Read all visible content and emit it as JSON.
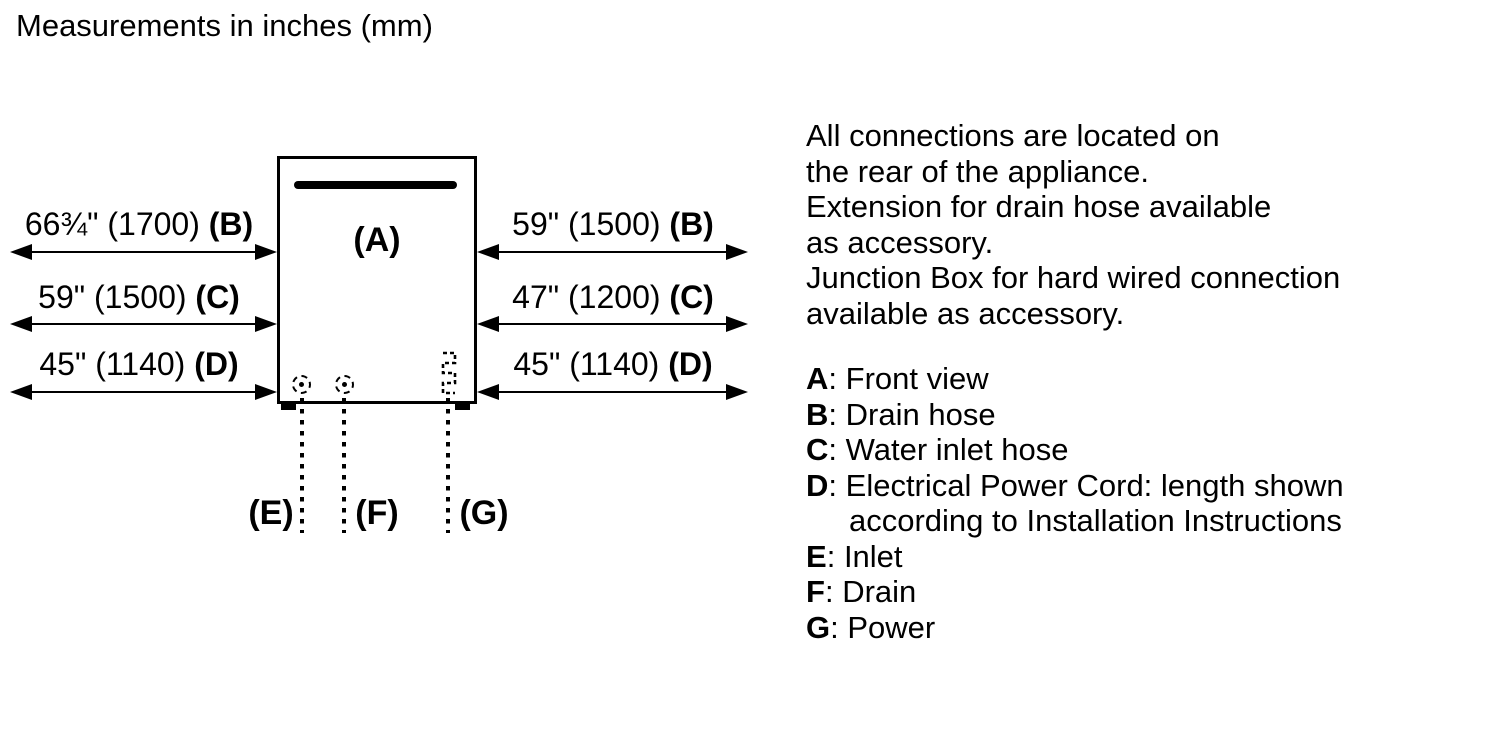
{
  "title": "Measurements in inches (mm)",
  "diagram": {
    "front_view_label": "(A)",
    "left_measurements": [
      {
        "dim": "66¾\" (1700)",
        "ref": "(B)"
      },
      {
        "dim": "59\" (1500)",
        "ref": "(C)"
      },
      {
        "dim": "45\" (1140)",
        "ref": "(D)"
      }
    ],
    "right_measurements": [
      {
        "dim": "59\" (1500)",
        "ref": "(B)"
      },
      {
        "dim": "47\" (1200)",
        "ref": "(C)"
      },
      {
        "dim": "45\" (1140)",
        "ref": "(D)"
      }
    ],
    "bottom_labels": {
      "inlet": "(E)",
      "drain": "(F)",
      "power": "(G)"
    },
    "colors": {
      "ink": "#000000",
      "background": "#ffffff"
    }
  },
  "notes": {
    "lines": [
      "All connections are located on",
      "the rear of the appliance.",
      "Extension for drain hose available",
      "as accessory.",
      "Junction Box for hard wired connection",
      "available as accessory."
    ]
  },
  "legend": {
    "items": [
      {
        "key": "A",
        "sep": ":",
        "desc": "Front view"
      },
      {
        "key": "B",
        "sep": ":",
        "desc": "Drain hose"
      },
      {
        "key": "C",
        "sep": ":",
        "desc": "Water inlet hose"
      },
      {
        "key": "D",
        "sep": ":",
        "desc": "Electrical Power Cord: length shown",
        "desc2": "according to Installation Instructions"
      },
      {
        "key": "E",
        "sep": ":",
        "desc": "Inlet"
      },
      {
        "key": "F",
        "sep": ":",
        "desc": "Drain"
      },
      {
        "key": "G",
        "sep": ":",
        "desc": "Power"
      }
    ]
  }
}
